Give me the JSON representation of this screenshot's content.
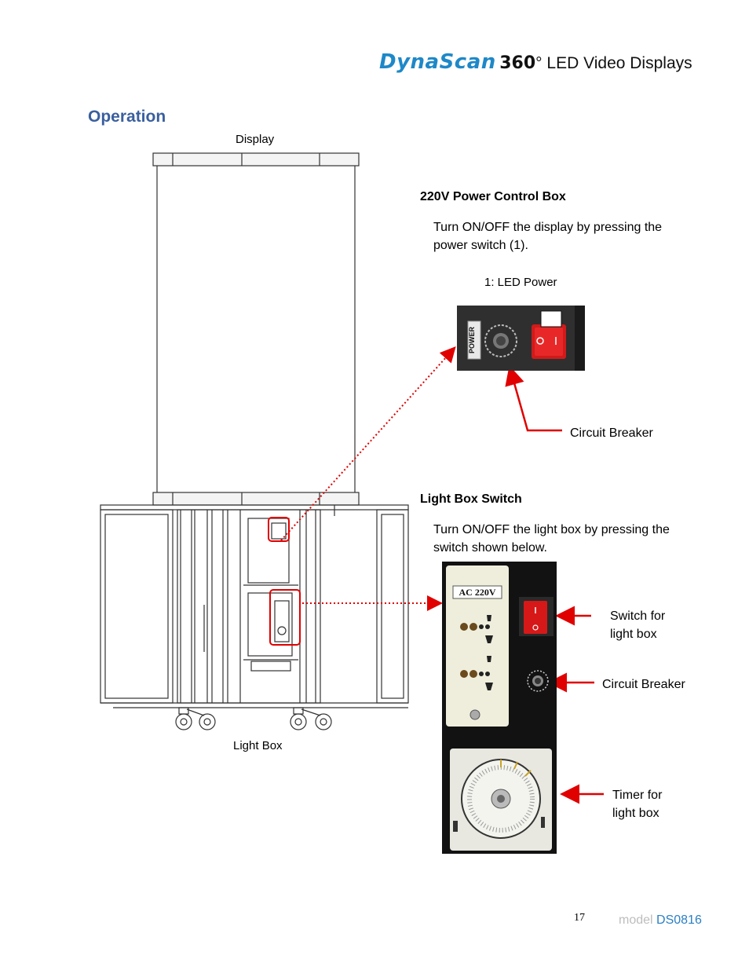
{
  "header": {
    "brand": "DynaScan",
    "model_num": "360",
    "degree": "°",
    "tagline": " LED Video Displays"
  },
  "section_title": "Operation",
  "diagram": {
    "display_label": "Display",
    "lightbox_label": "Light Box"
  },
  "power_box": {
    "heading": "220V Power Control Box",
    "body": "Turn ON/OFF the display by pressing the power switch (1).",
    "caption": "1: LED Power",
    "callout_breaker": "Circuit Breaker",
    "panel_text": "POWER"
  },
  "light_box": {
    "heading": "Light Box Switch",
    "body": "Turn ON/OFF the light box by pressing the switch shown below.",
    "outlet_label": "AC 220V",
    "callout_switch_line1": "Switch for",
    "callout_switch_line2": "light box",
    "callout_breaker": "Circuit Breaker",
    "callout_timer_line1": "Timer for",
    "callout_timer_line2": "light box"
  },
  "footer": {
    "page_number": "17",
    "model_prefix": "model ",
    "model_name": "DS0816"
  },
  "colors": {
    "accent_blue": "#3a5f9f",
    "brand_blue": "#1e88c8",
    "callout_red": "#e00000"
  }
}
